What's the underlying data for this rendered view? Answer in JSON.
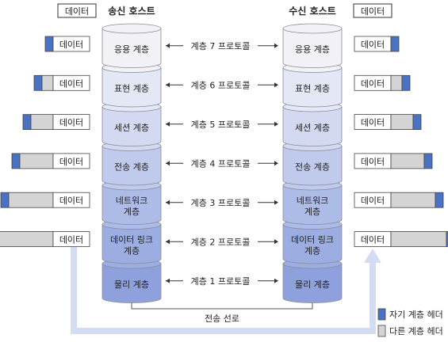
{
  "sender": {
    "title": "송신 호스트",
    "top_label": "데이터",
    "layers": [
      "응용 계층",
      "표현 계층",
      "세션 계층",
      "전송 계층",
      "네트워크\n계층",
      "데이터 링크\n계층",
      "물리 계층"
    ]
  },
  "receiver": {
    "title": "수신 호스트",
    "top_label": "데이터",
    "layers": [
      "응용 계층",
      "표현 계층",
      "세션 계층",
      "전송 계층",
      "네트워크\n계층",
      "데이터 링크\n계층",
      "물리 계층"
    ]
  },
  "protocols": [
    "계층 7 프로토콜",
    "계층 6 프로토콜",
    "계층 5 프로토콜",
    "계층 4 프로토콜",
    "계층 3 프로토콜",
    "계층 2 프로토콜",
    "계층 1 프로토콜"
  ],
  "packet_label": "데이터",
  "transmission_line_label": "전송 선로",
  "legend": [
    {
      "label": "자기 계층 헤더",
      "color": "#4a72c4"
    },
    {
      "label": "다른 계층 헤더",
      "color": "#d4d4d4"
    }
  ],
  "colors": {
    "own_header": "#4a72c4",
    "other_header": "#d4d4d4",
    "layer_shades": [
      "#f2f2f6",
      "#e3e7f6",
      "#d2d9f1",
      "#c0caec",
      "#adbbe7",
      "#9cade2",
      "#8ea1dd"
    ],
    "layer_edge": "#8a8a98",
    "flow_arrow": "#d3dcf2"
  }
}
